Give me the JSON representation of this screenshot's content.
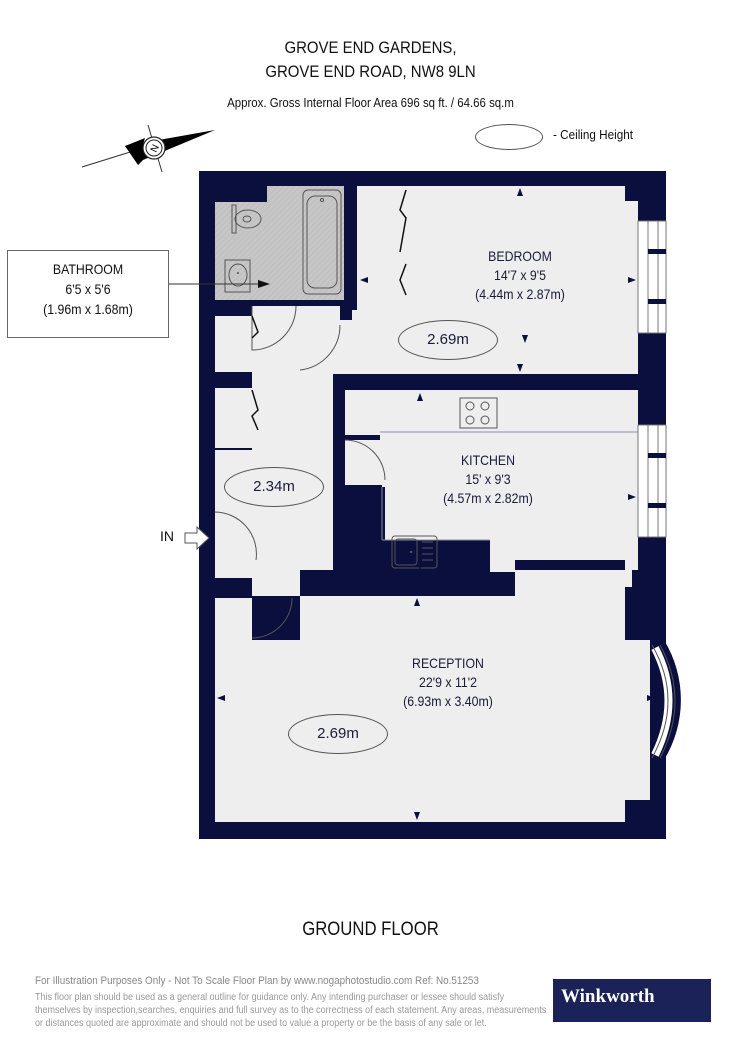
{
  "header": {
    "title_line1": "GROVE END GARDENS,",
    "title_line2": "GROVE END ROAD, NW8 9LN",
    "area_text": "Approx. Gross Internal Floor Area 696 sq ft. / 64.66 sq.m"
  },
  "legend": {
    "ceiling_height_label": "- Ceiling Height"
  },
  "compass": {
    "icon": "north-arrow-icon",
    "letter": "N"
  },
  "colors": {
    "wall": "#0b0f3d",
    "floor": "#eeeeee",
    "bathroom_fill": "#c4c4c4",
    "logo_bg": "#1b2257"
  },
  "rooms": {
    "bathroom": {
      "name": "BATHROOM",
      "imperial": "6'5 x 5'6",
      "metric": "(1.96m x 1.68m)"
    },
    "bedroom": {
      "name": "BEDROOM",
      "imperial": "14'7 x 9'5",
      "metric": "(4.44m x 2.87m)",
      "ceiling": "2.69m"
    },
    "kitchen": {
      "name": "KITCHEN",
      "imperial": "15' x 9'3",
      "metric": "(4.57m x 2.82m)"
    },
    "reception": {
      "name": "RECEPTION",
      "imperial": "22'9 x 11'2",
      "metric": "(6.93m x 3.40m)",
      "ceiling": "2.69m"
    },
    "hallway": {
      "ceiling": "2.34m"
    }
  },
  "entrance_label": "IN",
  "floor_name": "GROUND FLOOR",
  "footer": {
    "line1": "For Illustration Purposes Only - Not To Scale   Floor Plan by www.nogaphotostudio.com   Ref: No.51253",
    "disclaimer": [
      "This floor plan should be used as a general outline for guidance only. Any intending purchaser or lessee should satisfy",
      "themselves by inspection,searches, enquiries and full survey as to the correctness of each statement. Any areas, measurements",
      "or distances quoted are approximate and should not be used to value a property or be the basis of any sale or let."
    ],
    "logo": "Winkworth"
  }
}
